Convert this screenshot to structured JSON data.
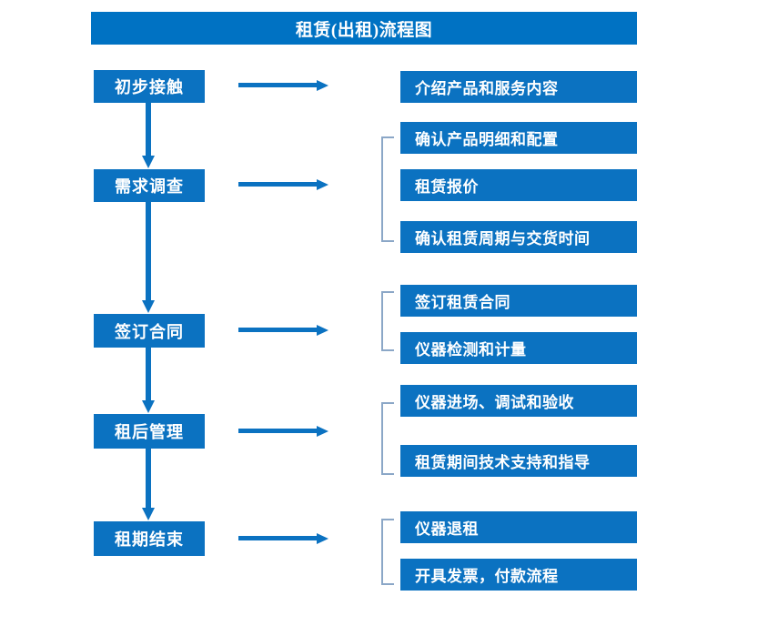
{
  "diagram": {
    "title": "租赁(出租)流程图",
    "accent_color": "#0b72c1",
    "title_bar_color": "#0072c3",
    "bracket_color": "#8ba7c7",
    "arrow_color": "#0b72c1",
    "text_color": "#ffffff",
    "background_color": "#ffffff"
  },
  "stages": [
    {
      "label": "初步接触"
    },
    {
      "label": "需求调查"
    },
    {
      "label": "签订合同"
    },
    {
      "label": "租后管理"
    },
    {
      "label": "租期结束"
    }
  ],
  "details": [
    {
      "label": "介绍产品和服务内容"
    },
    {
      "label": "确认产品明细和配置"
    },
    {
      "label": "租赁报价"
    },
    {
      "label": "确认租赁周期与交货时间"
    },
    {
      "label": "签订租赁合同"
    },
    {
      "label": "仪器检测和计量"
    },
    {
      "label": "仪器进场、调试和验收"
    },
    {
      "label": "租赁期间技术支持和指导"
    },
    {
      "label": "仪器退租"
    },
    {
      "label": "开具发票，付款流程"
    }
  ],
  "connectors": {
    "right_arrows": 5,
    "down_arrows": 4,
    "brackets": 4
  }
}
